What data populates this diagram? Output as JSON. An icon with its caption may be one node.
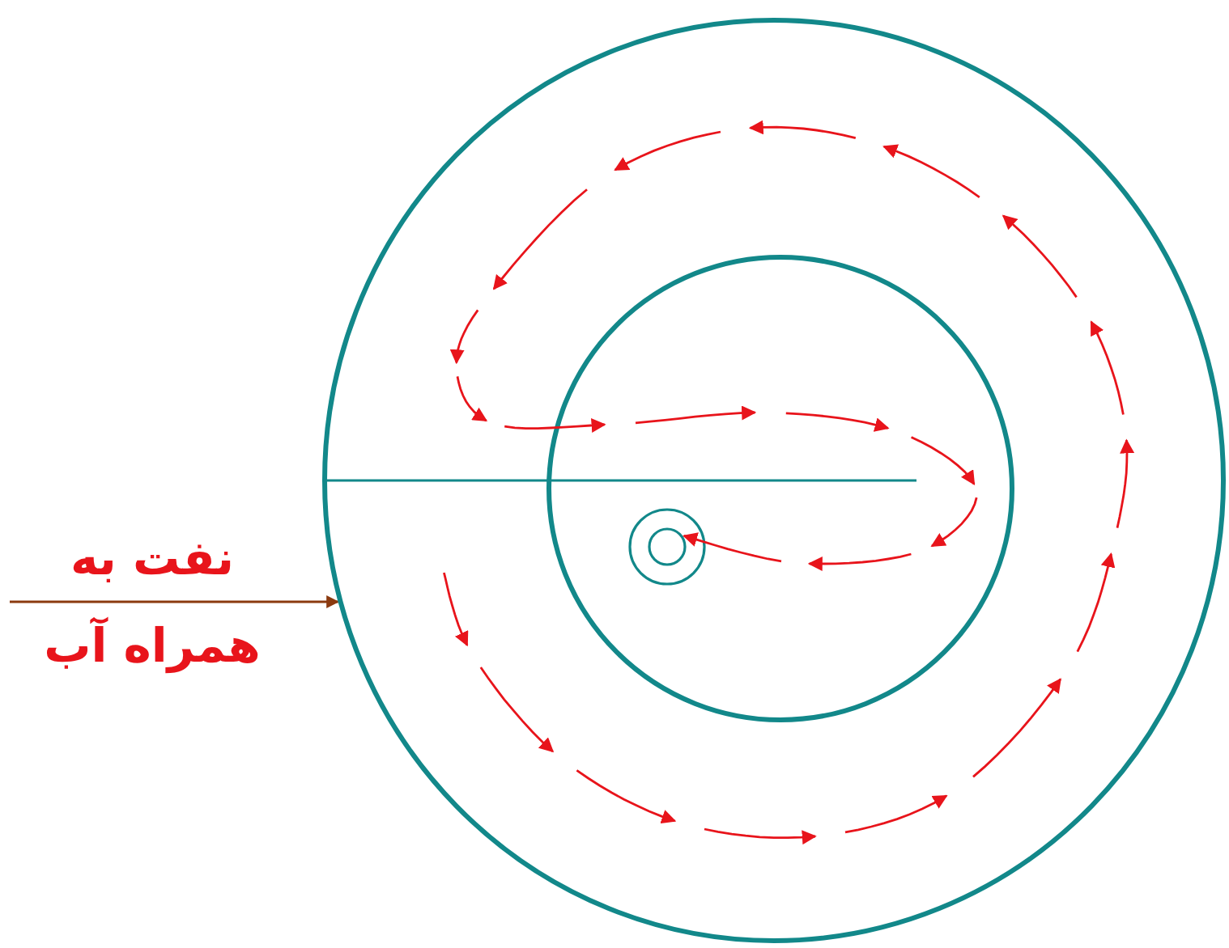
{
  "diagram": {
    "nodes": [
      {
        "text": [
          "نفت به همراه آب"
        ]
      },
      {
        "text": [],
        "shape": "circle"
      }
    ],
    "edges": [
      {
        "from": 0,
        "to": 1,
        "arrow": "to",
        "color": "#8b3a0f"
      }
    ]
  }
}
